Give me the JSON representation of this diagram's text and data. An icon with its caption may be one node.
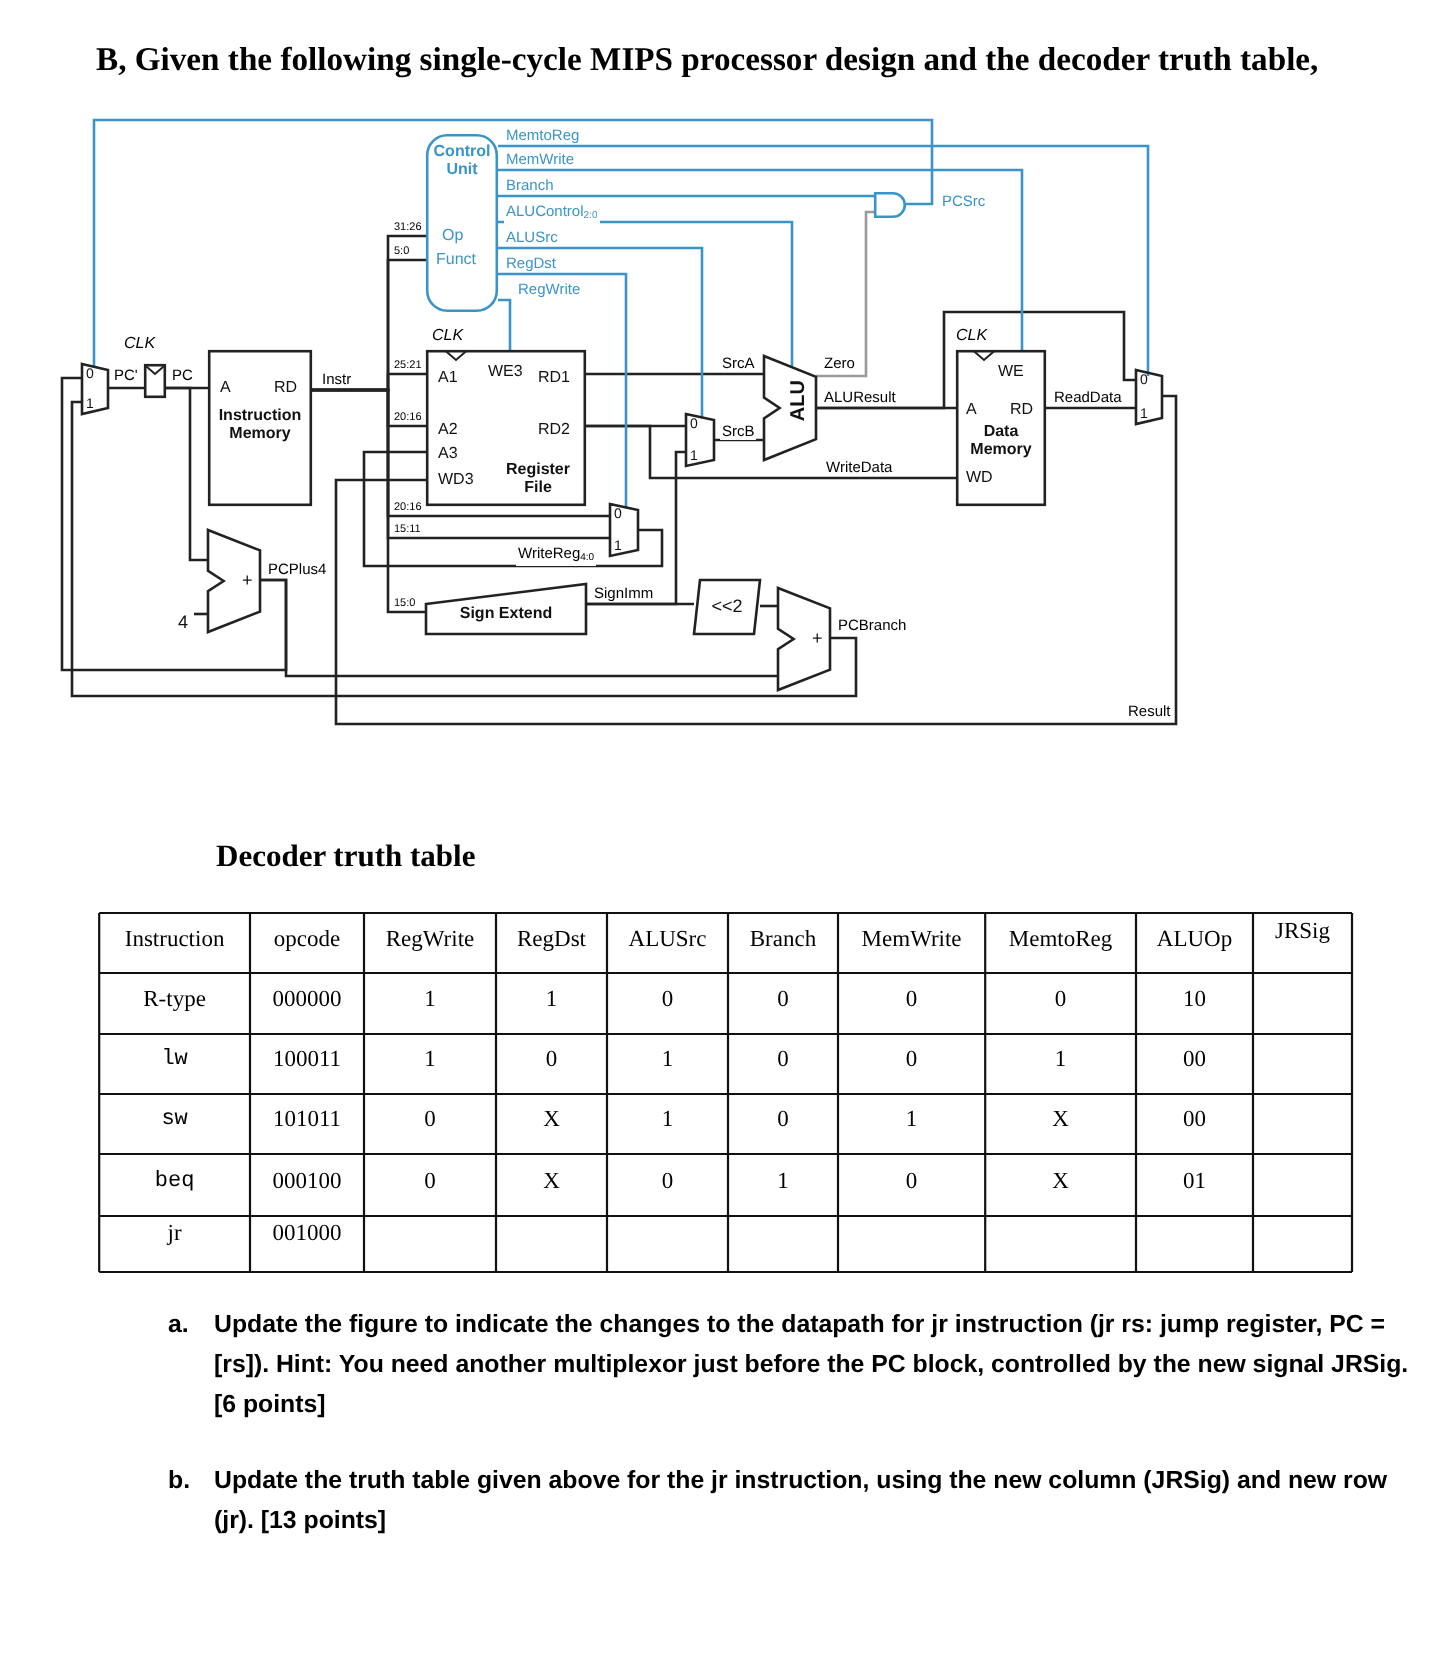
{
  "diagram": {
    "title": "B, Given the following single-cycle MIPS processor design and the decoder truth table,",
    "nodes": [
      {
        "text": [
          "0",
          "1"
        ]
      },
      {
        "text": [],
        "shape": "box",
        "beside": [
          "CLK"
        ]
      },
      {
        "text": [
          "A",
          "RD",
          "Instruction Memory"
        ]
      },
      {
        "text": [
          "Control Unit",
          "Op",
          "Funct"
        ]
      },
      {
        "text": [
          "WE3",
          "A1",
          "RD1",
          "A2",
          "RD2",
          "A3",
          "WD3",
          "Register File"
        ],
        "beside": [
          "CLK"
        ]
      },
      {
        "text": [
          "0",
          "1"
        ]
      },
      {
        "text": [
          "Sign Extend"
        ]
      },
      {
        "text": [
          "+"
        ]
      },
      {
        "text": [
          "0",
          "1"
        ]
      },
      {
        "text": [
          "ALU"
        ]
      },
      {
        "text": [],
        "shape": "gate"
      },
      {
        "text": [
          "WE",
          "A",
          "RD",
          "Data Memory",
          "WD"
        ],
        "beside": [
          "CLK"
        ]
      },
      {
        "text": [
          "0",
          "1"
        ]
      },
      {
        "text": [
          "<<2"
        ]
      },
      {
        "text": [
          "+"
        ]
      },
      {
        "text": [
          "4"
        ]
      }
    ],
    "edges": [
      {
        "from": 0,
        "to": 1,
        "arrow": "none",
        "label": "PC'"
      },
      {
        "from": 1,
        "to": 2,
        "arrow": "none",
        "label": "PC"
      },
      {
        "from": 1,
        "to": 7,
        "arrow": "none"
      },
      {
        "from": 15,
        "to": 7,
        "arrow": "none"
      },
      {
        "from": 7,
        "to": 0,
        "arrow": "none",
        "label": "PCPlus4"
      },
      {
        "from": 14,
        "to": 0,
        "arrow": "none",
        "label": "PCBranch"
      },
      {
        "from": 3,
        "to": 10,
        "arrow": "none",
        "label": "Branch",
        "color": "#3a94c8"
      },
      {
        "from": 9,
        "to": 10,
        "arrow": "none",
        "label": "Zero",
        "color": "#9a9a9a"
      },
      {
        "from": 10,
        "to": 0,
        "arrow": "none",
        "label": "PCSrc",
        "color": "#3a94c8"
      },
      {
        "from": 2,
        "to": 3,
        "arrow": "none",
        "label": "31:26"
      },
      {
        "from": 2,
        "to": 3,
        "arrow": "none",
        "label": "5:0"
      },
      {
        "from": 2,
        "to": 4,
        "arrow": "none",
        "label": "25:21"
      },
      {
        "from": 2,
        "to": 4,
        "arrow": "none",
        "label": "20:16"
      },
      {
        "from": 2,
        "to": 5,
        "arrow": "none",
        "label": "20:16"
      },
      {
        "from": 2,
        "to": 5,
        "arrow": "none",
        "label": "15:11"
      },
      {
        "from": 2,
        "to": 6,
        "arrow": "none",
        "label": "15:0"
      },
      {
        "from": 5,
        "to": 4,
        "arrow": "none",
        "label": "WriteReg$_{4:0}$"
      },
      {
        "from": 4,
        "to": 9,
        "arrow": "none",
        "label": "SrcA"
      },
      {
        "from": 4,
        "to": 8,
        "arrow": "none"
      },
      {
        "from": 8,
        "to": 9,
        "arrow": "none",
        "label": "SrcB"
      },
      {
        "from": 4,
        "to": 11,
        "arrow": "none",
        "label": "WriteData"
      },
      {
        "from": 6,
        "to": 8,
        "arrow": "none",
        "label": "SignImm"
      },
      {
        "from": 6,
        "to": 13,
        "arrow": "none"
      },
      {
        "from": 13,
        "to": 14,
        "arrow": "none"
      },
      {
        "from": 7,
        "to": 14,
        "arrow": "none"
      },
      {
        "from": 9,
        "to": 11,
        "arrow": "none",
        "label": "ALUResult"
      },
      {
        "from": 9,
        "to": 12,
        "arrow": "none"
      },
      {
        "from": 11,
        "to": 12,
        "arrow": "none",
        "label": "ReadData"
      },
      {
        "from": 12,
        "to": 4,
        "arrow": "none",
        "label": "Result"
      },
      {
        "from": 3,
        "to": 12,
        "arrow": "none",
        "label": "MemtoReg",
        "color": "#3a94c8"
      },
      {
        "from": 3,
        "to": 11,
        "arrow": "none",
        "label": "MemWrite",
        "color": "#3a94c8"
      },
      {
        "from": 3,
        "to": 9,
        "arrow": "none",
        "label": "ALUControl$_{2:0}$",
        "color": "#3a94c8"
      },
      {
        "from": 3,
        "to": 8,
        "arrow": "none",
        "label": "ALUSrc",
        "color": "#3a94c8"
      },
      {
        "from": 3,
        "to": 5,
        "arrow": "none",
        "label": "RegDst",
        "color": "#3a94c8"
      },
      {
        "from": 3,
        "to": 4,
        "arrow": "none",
        "label": "RegWrite",
        "color": "#3a94c8"
      }
    ],
    "labels": [
      "Instr",
      "Decoder truth table",
      "Instruction",
      "opcode",
      "RegWrite",
      "RegDst",
      "ALUSrc",
      "Branch",
      "MemWrite",
      "MemtoReg",
      "ALUOp",
      "JRSig",
      "R-type",
      "000000",
      "1",
      "1",
      "0",
      "0",
      "0",
      "0",
      "10",
      "lw",
      "100011",
      "1",
      "0",
      "1",
      "0",
      "0",
      "1",
      "00",
      "sw",
      "101011",
      "0",
      "X",
      "1",
      "0",
      "1",
      "X",
      "00",
      "beq",
      "000100",
      "0",
      "X",
      "0",
      "1",
      "0",
      "X",
      "01",
      "jr",
      "001000",
      "a.",
      "Update the figure to indicate the changes to the datapath for jr instruction (jr rs: jump register, PC = [rs]). Hint: You need another multiplexor just before the PC block, controlled by the new signal JRSig. [6 points]",
      "b.",
      "Update the truth table given above for the jr instruction, using the new column (JRSig) and new row (jr). [13 points]"
    ]
  }
}
